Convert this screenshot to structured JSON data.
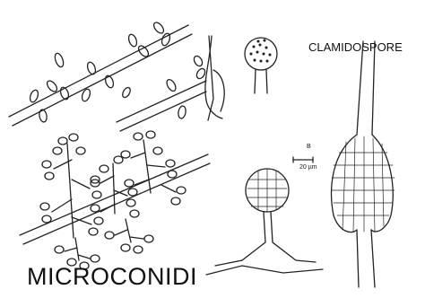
{
  "labels": {
    "microconidia": "MICROCONIDI",
    "chlamydospores": "CLAMIDOSPORE",
    "panel_letter": "B",
    "scale_bar": "20 µm"
  },
  "colors": {
    "ink": "#222222",
    "background": "#ffffff"
  }
}
